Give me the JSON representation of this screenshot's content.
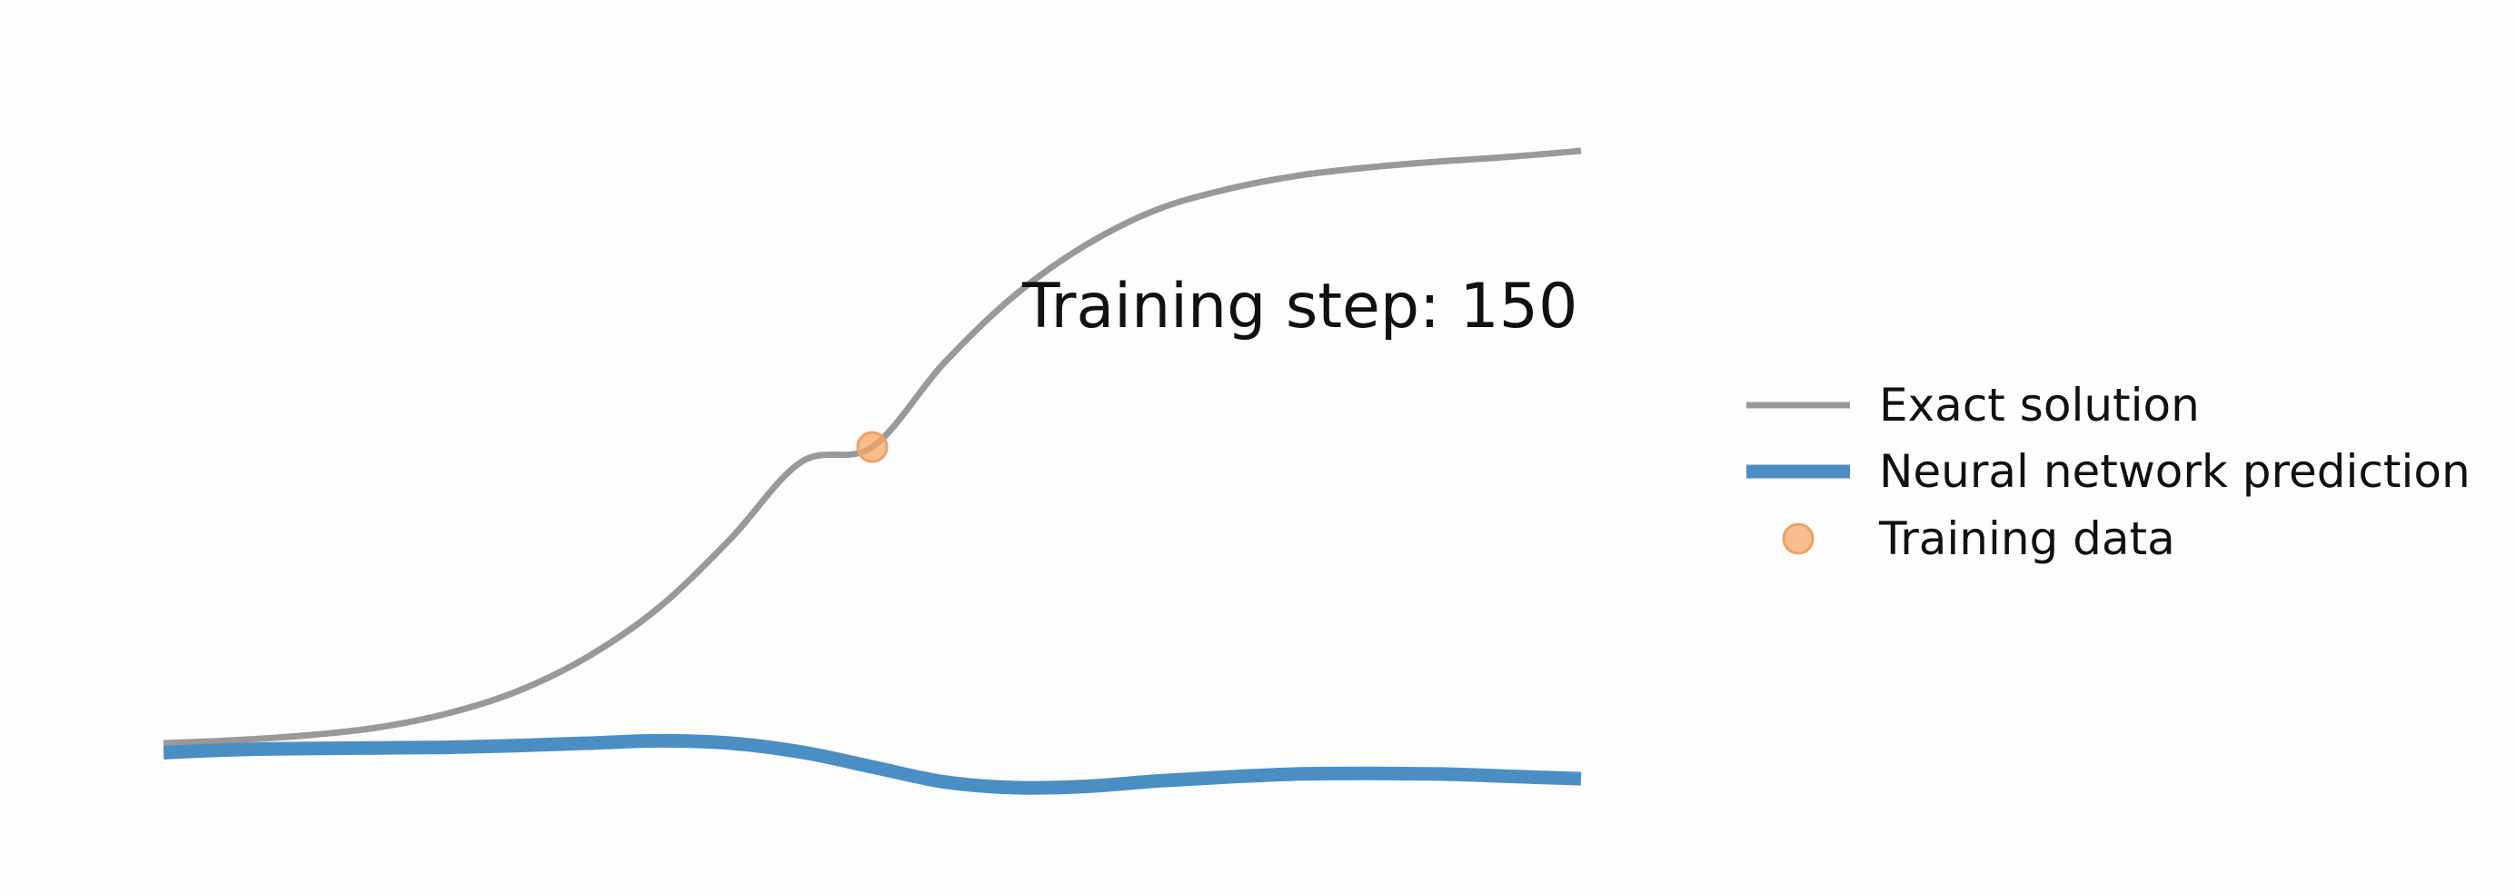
{
  "chart_data": {
    "type": "line",
    "annotation": "Training step: 150",
    "xlim": [
      0,
      1
    ],
    "ylim": [
      0,
      1
    ],
    "x": [
      0.0,
      0.05,
      0.1,
      0.15,
      0.2,
      0.25,
      0.3,
      0.35,
      0.4,
      0.45,
      0.5,
      0.55,
      0.6,
      0.65,
      0.7,
      0.75,
      0.8,
      0.85,
      0.9,
      0.95,
      1.0
    ],
    "series": [
      {
        "name": "Exact solution",
        "color": "#999999",
        "style": "thin-line",
        "values": [
          0.0,
          0.005,
          0.013,
          0.026,
          0.05,
          0.088,
          0.147,
          0.23,
          0.345,
          0.475,
          0.5,
          0.64,
          0.755,
          0.84,
          0.9,
          0.935,
          0.958,
          0.972,
          0.982,
          0.99,
          1.0
        ]
      },
      {
        "name": "Neural network prediction",
        "color": "#4a8fc4",
        "style": "thick-line",
        "values": [
          -0.016,
          -0.011,
          -0.009,
          -0.008,
          -0.007,
          -0.004,
          0.0,
          0.004,
          0.0,
          -0.015,
          -0.04,
          -0.065,
          -0.075,
          -0.073,
          -0.064,
          -0.057,
          -0.052,
          -0.051,
          -0.052,
          -0.056,
          -0.06
        ]
      }
    ],
    "points": {
      "name": "Training data",
      "color": "#f5a86b",
      "x": [
        0.5
      ],
      "y": [
        0.5
      ]
    },
    "legend": {
      "placement": "right",
      "entries": [
        {
          "label": "Exact solution",
          "marker": "thin-line",
          "color": "#999999"
        },
        {
          "label": "Neural network prediction",
          "marker": "thick-line",
          "color": "#4a8fc4"
        },
        {
          "label": "Training data",
          "marker": "dot",
          "color": "#f5a86b"
        }
      ]
    },
    "axes_visible": false,
    "grid": false
  }
}
